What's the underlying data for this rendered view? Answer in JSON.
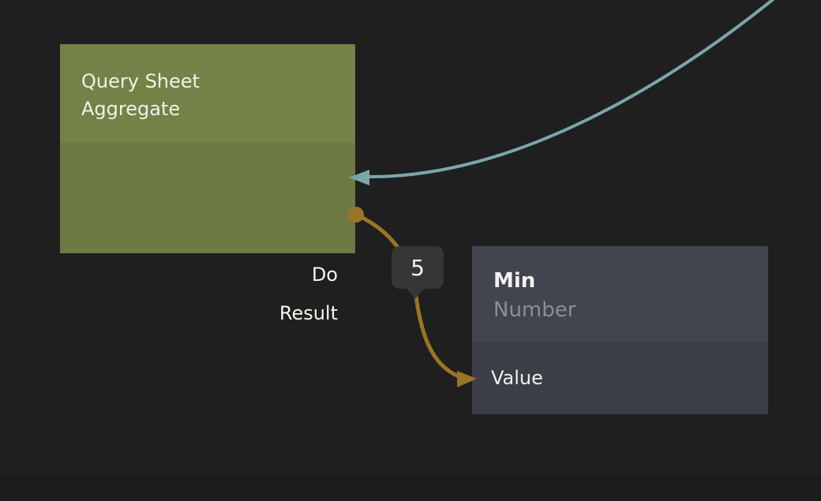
{
  "app": {
    "view": "node-graph-editor"
  },
  "colors": {
    "background": "#1f1f20",
    "query_node_header": "#748147",
    "query_node_body": "#6d7a42",
    "min_node_header": "#42444f",
    "min_node_body": "#3b3e47",
    "teal_edge": "#7ba6a9",
    "gold_edge": "#9a7524",
    "badge_bg": "#363636",
    "title_text": "#f2f1e6",
    "subtitle_text": "#8b8d96"
  },
  "nodes": {
    "query_sheet_aggregate": {
      "title": "Query Sheet Aggregate",
      "ports_out": [
        {
          "label": "Do"
        },
        {
          "label": "Result"
        }
      ]
    },
    "min": {
      "title": "Min",
      "subtitle": "Number",
      "ports_in": [
        {
          "label": "Value"
        }
      ]
    }
  },
  "edges": {
    "teal": {
      "color": "#7ba6a9",
      "target_node": "Query Sheet Aggregate",
      "target_port": "Do"
    },
    "gold": {
      "color": "#9a7524",
      "label": "5",
      "source_node": "Query Sheet Aggregate",
      "source_port": "Result",
      "target_node": "Min",
      "target_port": "Value"
    }
  }
}
